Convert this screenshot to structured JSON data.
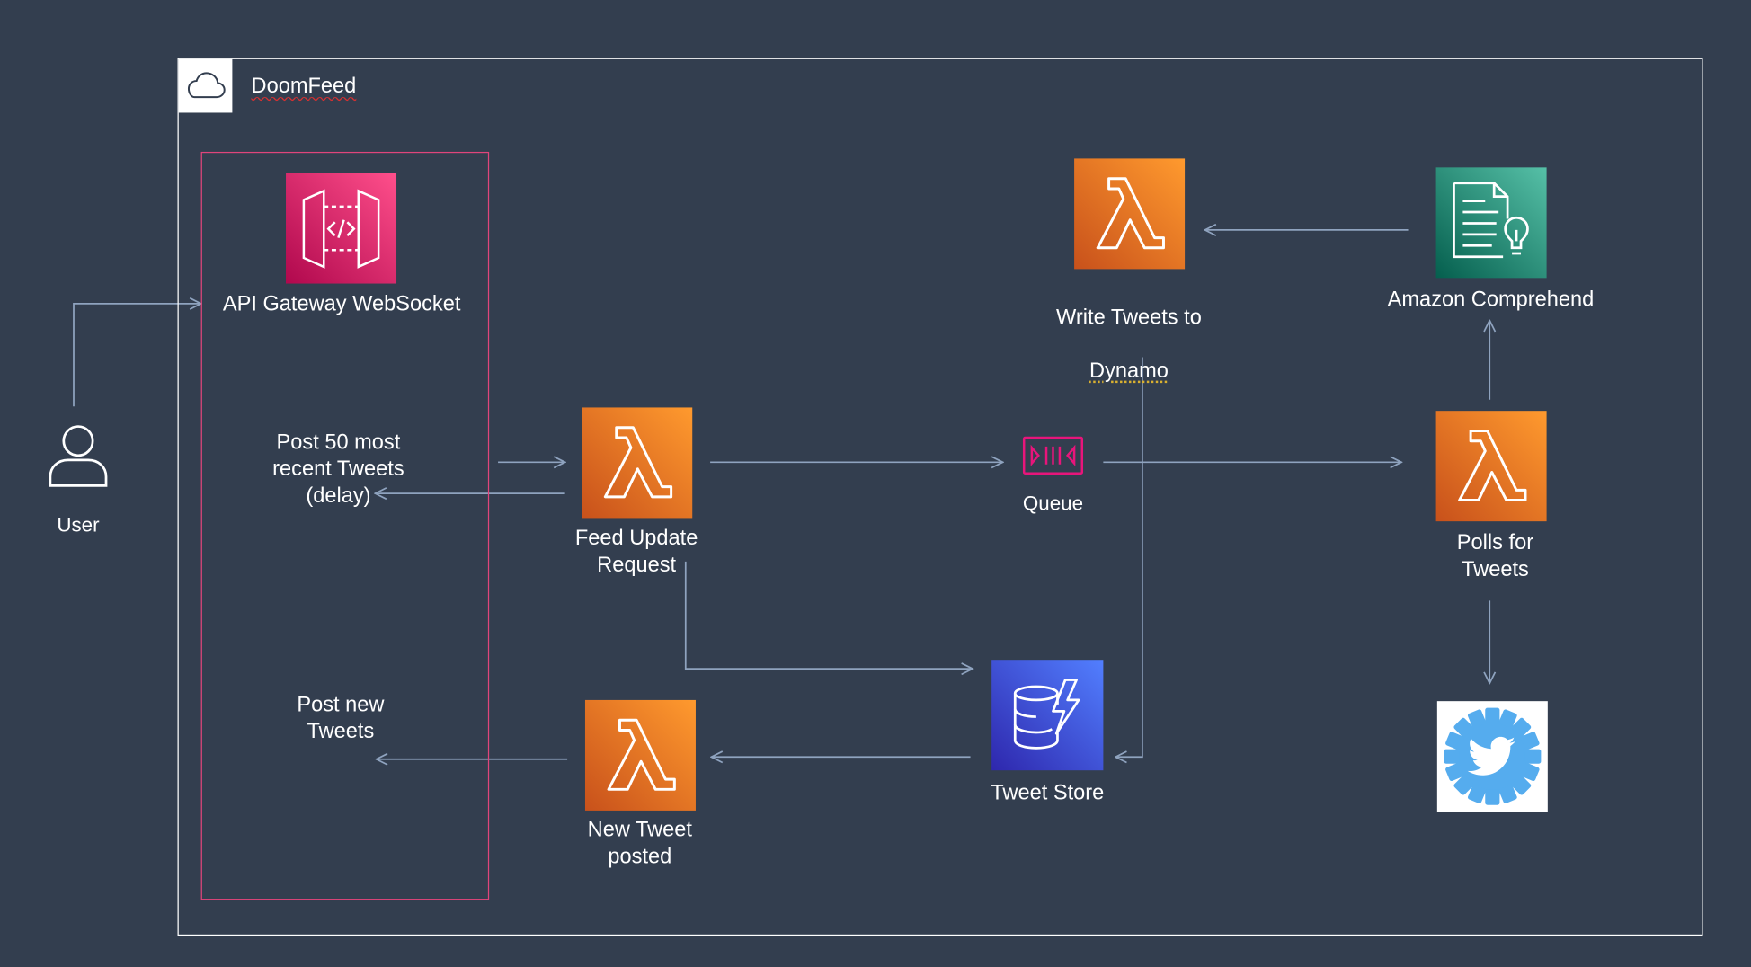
{
  "group": {
    "title": "DoomFeed",
    "icon": "cloud-icon"
  },
  "nodes": {
    "user": {
      "label": "User",
      "icon": "user-icon"
    },
    "api_gateway": {
      "label": "API Gateway WebSocket",
      "icon": "api-gateway-icon"
    },
    "post_recent": {
      "label": "Post 50 most\nrecent Tweets\n(delay)"
    },
    "post_new": {
      "label": "Post new\nTweets"
    },
    "feed_update": {
      "label": "Feed Update\nRequest",
      "icon": "lambda-icon"
    },
    "new_tweet": {
      "label": "New Tweet\nposted",
      "icon": "lambda-icon"
    },
    "queue": {
      "label": "Queue",
      "icon": "sqs-queue-icon"
    },
    "tweet_store": {
      "label": "Tweet Store",
      "icon": "dynamodb-icon"
    },
    "write_tweets": {
      "label_line1": "Write Tweets to",
      "label_line2": "Dynamo",
      "icon": "lambda-icon"
    },
    "comprehend": {
      "label": "Amazon Comprehend",
      "icon": "comprehend-icon"
    },
    "polls": {
      "label": "Polls for\nTweets",
      "icon": "lambda-icon"
    },
    "twitter": {
      "icon": "twitter-gear-icon"
    }
  },
  "colors": {
    "background": "#333e4f",
    "connector": "#8fa3bf",
    "group_border": "#ffffff",
    "subgroup_border": "#e0457b",
    "lambda": "#ed7100",
    "api_gateway": "#e7157b",
    "comprehend": "#01a88d",
    "dynamodb": "#3b48cc",
    "queue": "#e7157b",
    "twitter": "#55acee"
  }
}
